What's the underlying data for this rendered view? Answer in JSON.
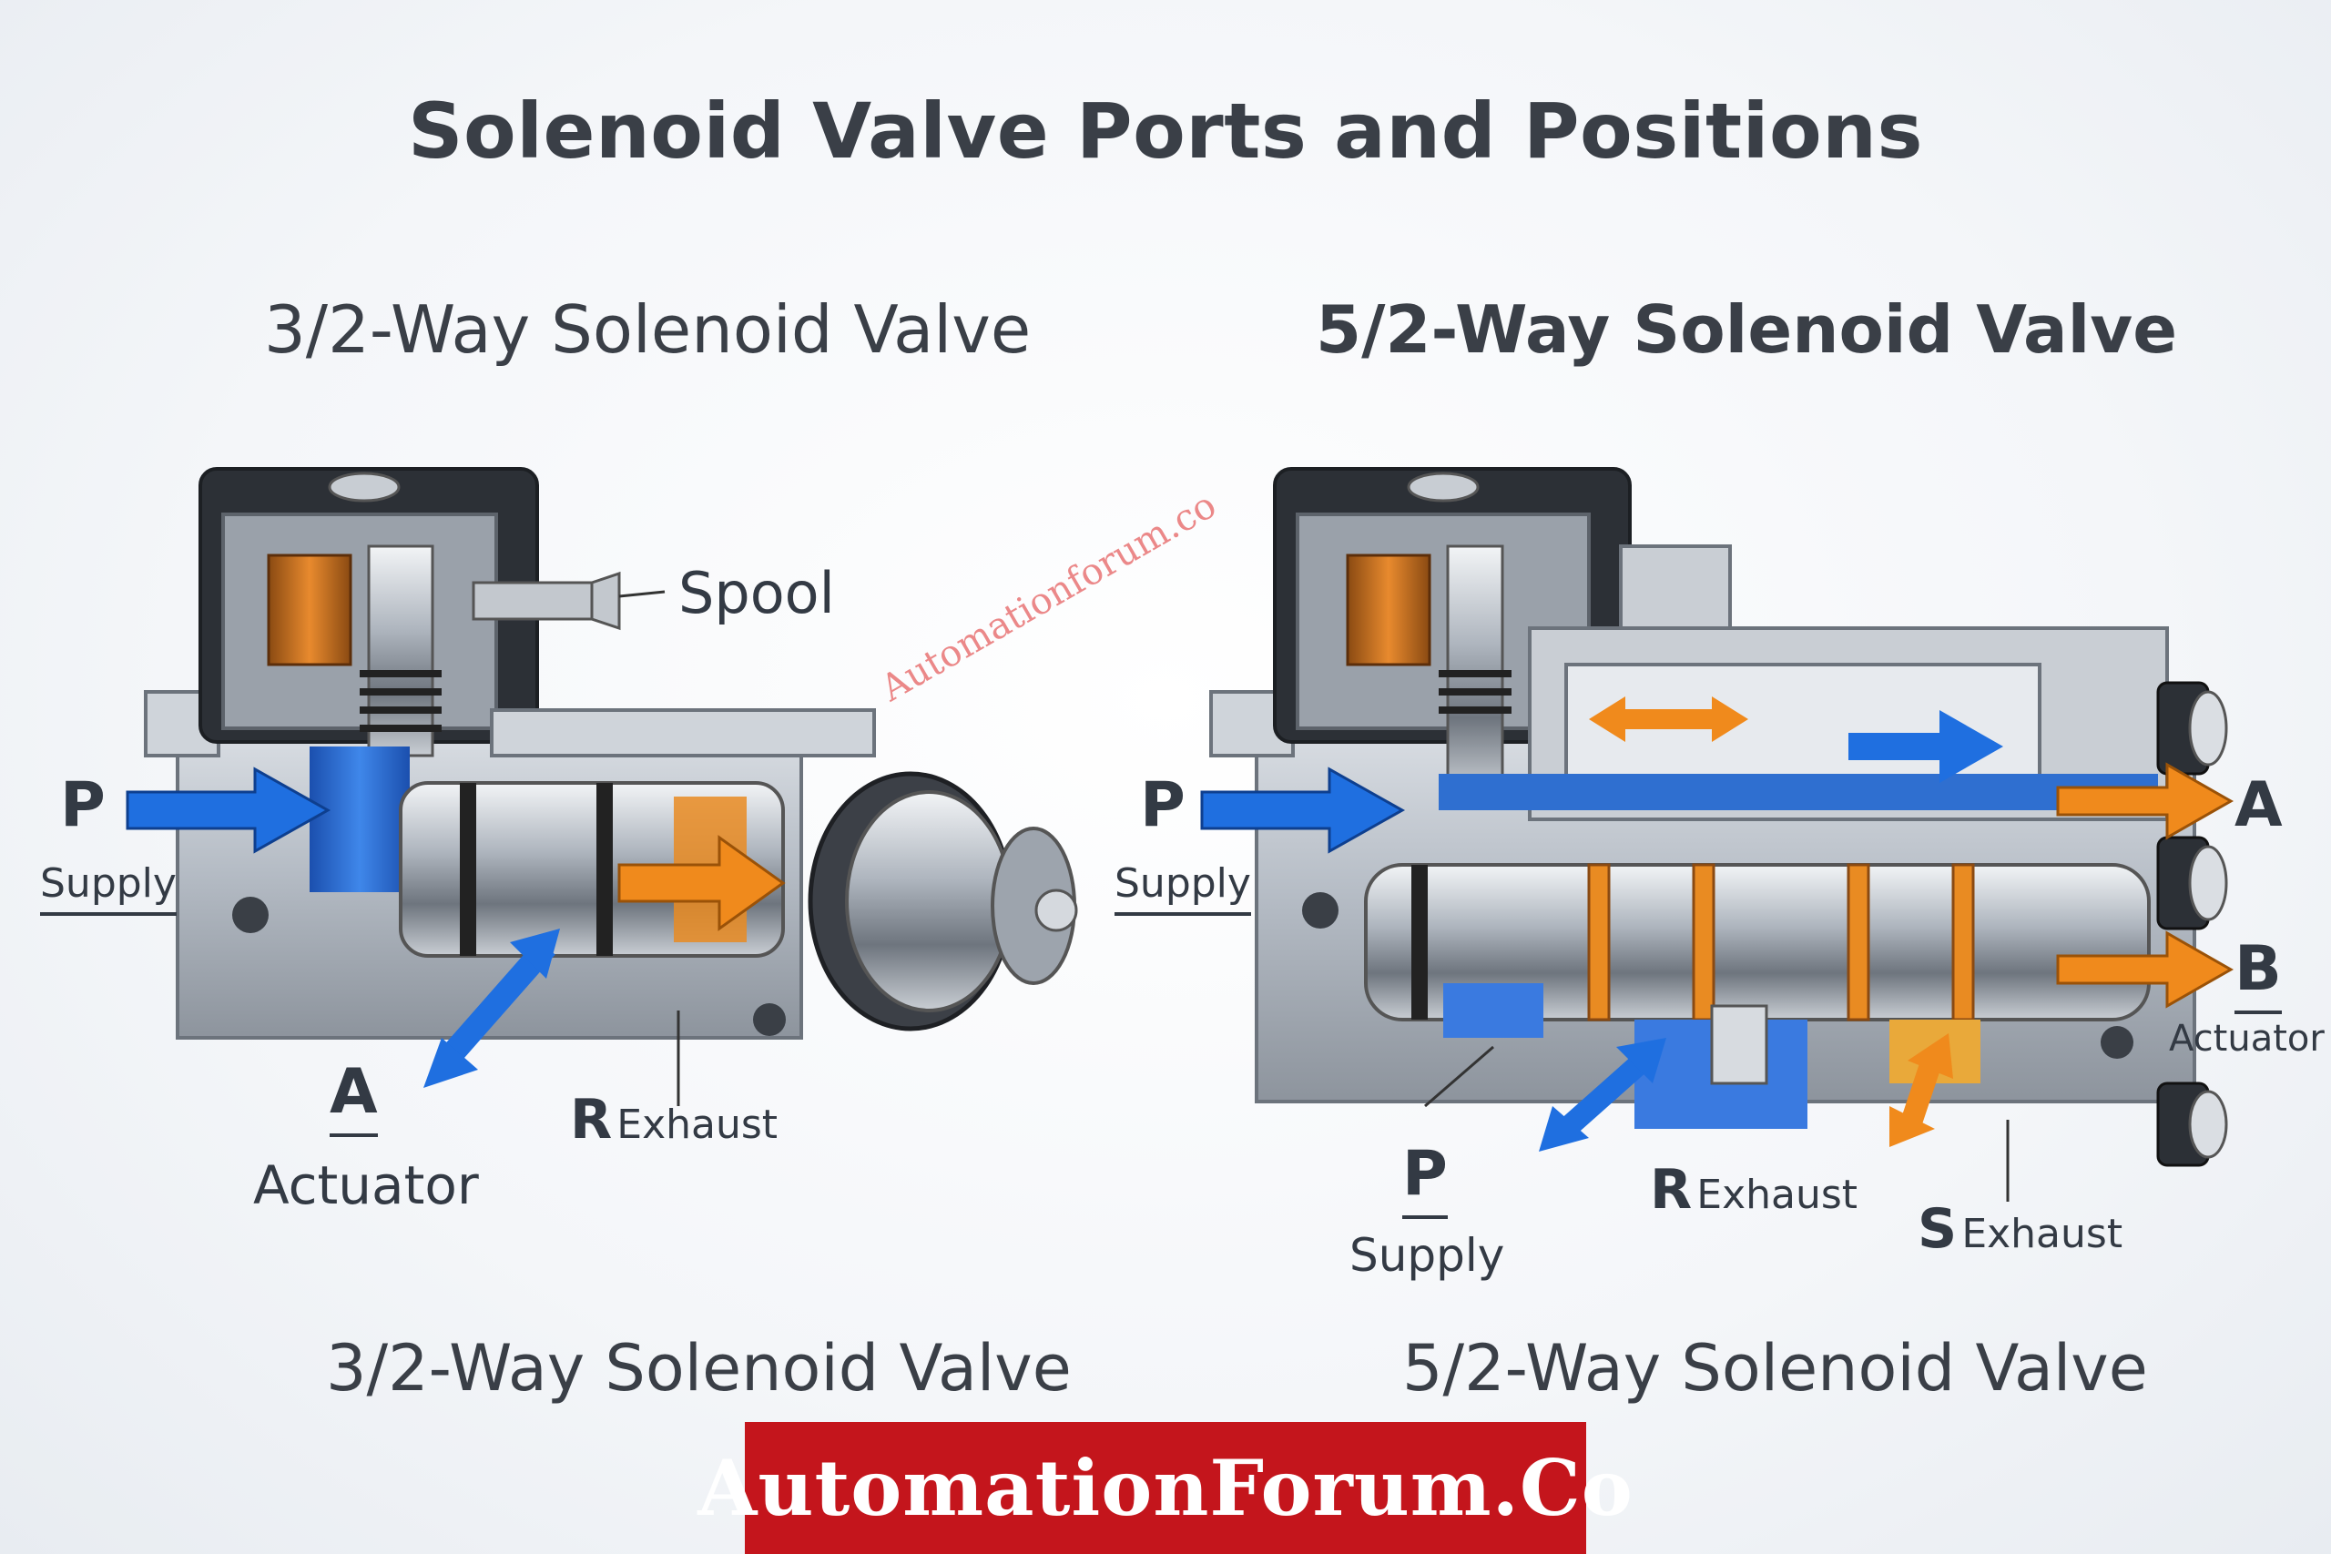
{
  "title": "Solenoid Valve Ports and Positions",
  "left_valve": {
    "heading": "3/2-Way Solenoid Valve",
    "caption": "3/2-Way Solenoid Valve",
    "labels": {
      "spool": "Spool",
      "p_letter": "P",
      "p_text": "Supply",
      "a_letter": "A",
      "a_text": "Actuator",
      "r_letter": "R",
      "r_text": "Exhaust"
    }
  },
  "right_valve": {
    "heading": "5/2-Way Solenoid Valve",
    "caption": "5/2-Way Solenoid Valve",
    "labels": {
      "p_letter": "P",
      "p_text": "Supply",
      "a_letter": "A",
      "b_letter": "B",
      "b_text": "Actuator",
      "p2_letter": "P",
      "p2_text": "Supply",
      "r_letter": "R",
      "r_text": "Exhaust",
      "s_letter": "S",
      "s_text": "Exhaust"
    }
  },
  "watermark": "Automationforum.co",
  "brand_banner": "AutomationForum.Co",
  "colors": {
    "supply_arrow": "#1f6fe0",
    "flow_arrow": "#f08a1c",
    "banner": "#c4151c",
    "body_metal": "#b9c0c8",
    "dark_housing": "#2c3036"
  }
}
